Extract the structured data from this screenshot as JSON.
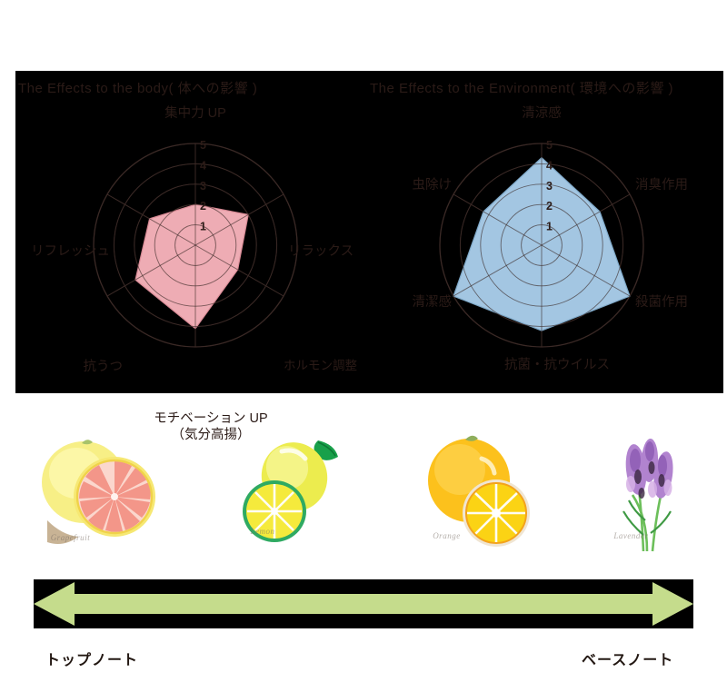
{
  "panel": {
    "background_color": "#000000",
    "text_color": "#2b1b17"
  },
  "charts": [
    {
      "id": "effects-to-body",
      "title": "The Effects to the body( 体への影響 )",
      "fill_color": "#eeacb4",
      "stroke_color": "#d98b96",
      "grid_color": "#3b2a26",
      "axis_labels_visible": [
        "5",
        "4",
        "3",
        "2",
        "1"
      ]
    },
    {
      "id": "effects-to-environment",
      "title": "The Effects to the Environment( 環境への影響 )",
      "fill_color": "#a3c6e2",
      "stroke_color": "#7fa9c9",
      "grid_color": "#3b2a26",
      "axis_labels_visible": [
        "5",
        "4",
        "3",
        "2",
        "1"
      ]
    }
  ],
  "chart_data": [
    {
      "type": "radar",
      "title": "The Effects to the body( 体への影響 )",
      "categories": [
        "集中力 UP",
        "リラックス",
        "ホルモン調整",
        "モチベーション UP\n（気分高揚）",
        "抗うつ",
        "リフレッシュ"
      ],
      "values": [
        2,
        3,
        2.4,
        4.1,
        3.4,
        2.6
      ],
      "rlim": [
        0,
        5
      ],
      "ticks": [
        1,
        2,
        3,
        4,
        5
      ],
      "tick_labels": [
        "1",
        "2",
        "3",
        "4",
        "5"
      ],
      "series": [
        {
          "name": "体への影響",
          "values": [
            2,
            3,
            2.4,
            4.1,
            3.4,
            2.6
          ],
          "color": "#eeacb4"
        }
      ],
      "grid": true,
      "legend": "none"
    },
    {
      "type": "radar",
      "title": "The Effects to the Environment( 環境への影響 )",
      "categories": [
        "清涼感",
        "消臭作用",
        "殺菌作用",
        "抗菌・抗ウイルス",
        "清潔感",
        "虫除け"
      ],
      "values": [
        4.3,
        3.3,
        5,
        4.2,
        5,
        3.3
      ],
      "rlim": [
        0,
        5
      ],
      "ticks": [
        1,
        2,
        3,
        4,
        5
      ],
      "tick_labels": [
        "1",
        "2",
        "3",
        "4",
        "5"
      ],
      "series": [
        {
          "name": "環境への影響",
          "values": [
            4.3,
            3.3,
            5,
            4.2,
            5,
            3.3
          ],
          "color": "#a3c6e2"
        }
      ],
      "grid": true,
      "legend": "none"
    }
  ],
  "ingredients": [
    {
      "name": "pink-grapefruit",
      "watermark": "Grapefruit"
    },
    {
      "name": "lemon",
      "watermark": "Lemon"
    },
    {
      "name": "orange",
      "watermark": "Orange"
    },
    {
      "name": "lavender",
      "watermark": "Lavender"
    }
  ],
  "scale": {
    "arrow_color": "#c5dc8c",
    "band_color": "#000000",
    "left_label": "トップノート",
    "right_label": "ベースノート"
  }
}
